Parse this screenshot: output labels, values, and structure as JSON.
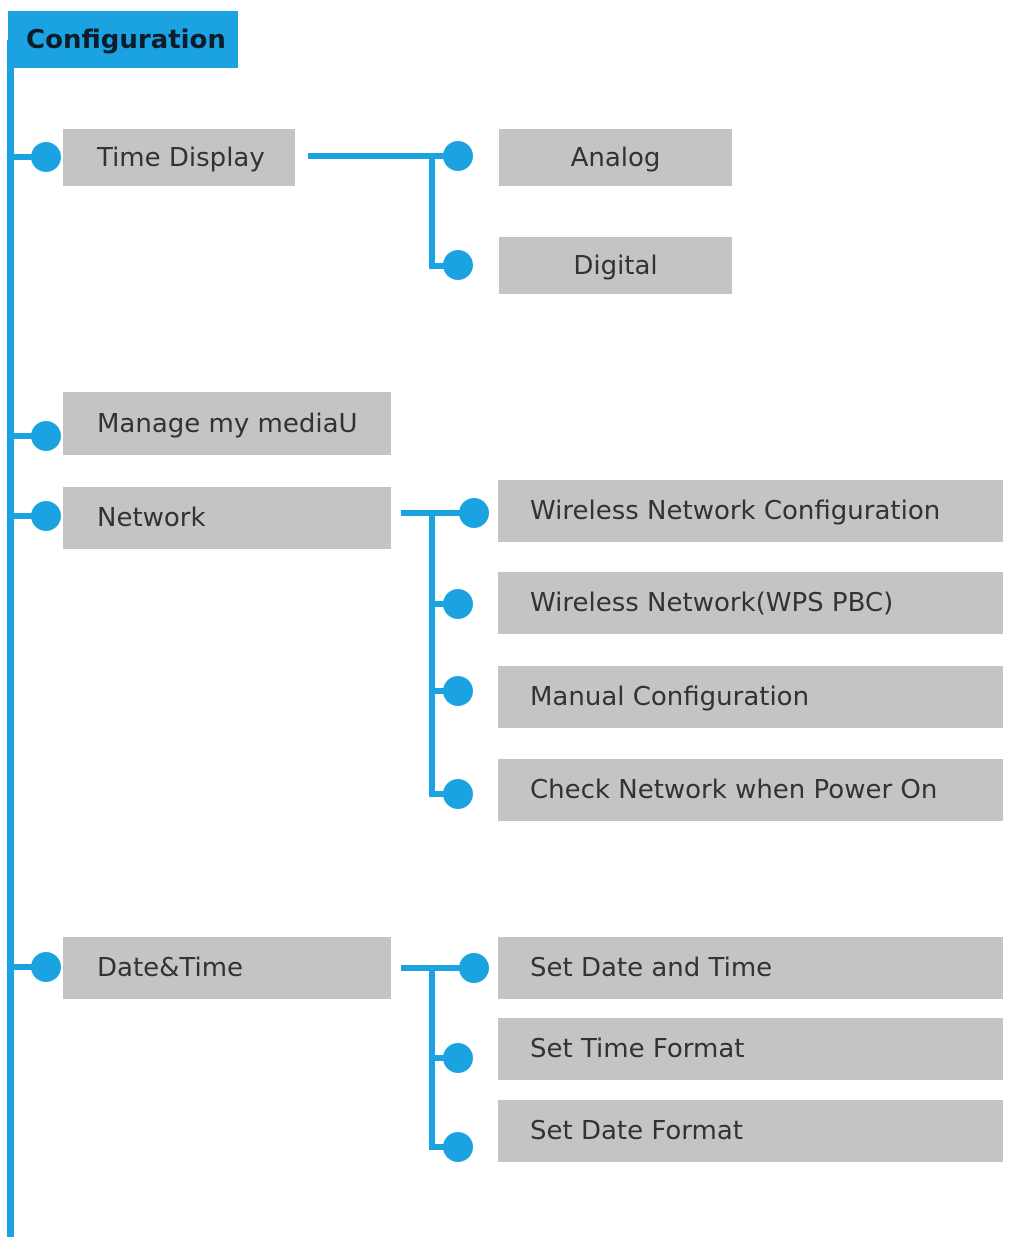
{
  "root": {
    "label": "Configuration"
  },
  "branches": [
    {
      "label": "Time Display",
      "children": [
        {
          "label": "Analog"
        },
        {
          "label": "Digital"
        }
      ]
    },
    {
      "label": "Manage my mediaU",
      "children": []
    },
    {
      "label": "Network",
      "children": [
        {
          "label": "Wireless Network Configuration"
        },
        {
          "label": "Wireless Network(WPS PBC)"
        },
        {
          "label": "Manual Configuration"
        },
        {
          "label": "Check Network when Power On"
        }
      ]
    },
    {
      "label": "Date&Time",
      "children": [
        {
          "label": "Set Date and Time"
        },
        {
          "label": "Set Time Format"
        },
        {
          "label": "Set Date Format"
        }
      ]
    }
  ],
  "colors": {
    "accent": "#1aa3e0",
    "box": "#c4c4c4",
    "text": "#333333"
  }
}
